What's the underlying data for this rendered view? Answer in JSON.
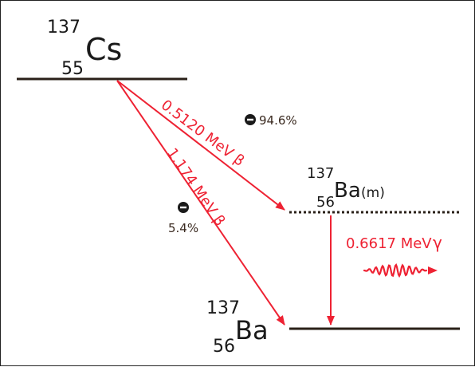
{
  "colors": {
    "decay_red": "#ee2233",
    "level_line": "#2a2018",
    "text_dark": "#1a1a1a"
  },
  "parent": {
    "mass": "137",
    "atomic_number": "55",
    "symbol": "Cs"
  },
  "metastable": {
    "mass": "137",
    "atomic_number": "56",
    "symbol": "Ba",
    "state": "(m)"
  },
  "ground": {
    "mass": "137",
    "atomic_number": "56",
    "symbol": "Ba"
  },
  "transitions": {
    "beta_to_metastable": {
      "energy_label": "0.5120 MeV β",
      "branch_percent": "94.6%",
      "particle_icon": "beta-minus-icon"
    },
    "beta_to_ground": {
      "energy_label": "1.174 MeV β",
      "branch_percent": "5.4%",
      "particle_icon": "beta-minus-icon"
    },
    "gamma": {
      "energy_label": "0.6617 MeV",
      "symbol": "γ",
      "particle_icon": "photon-wave-icon"
    }
  }
}
